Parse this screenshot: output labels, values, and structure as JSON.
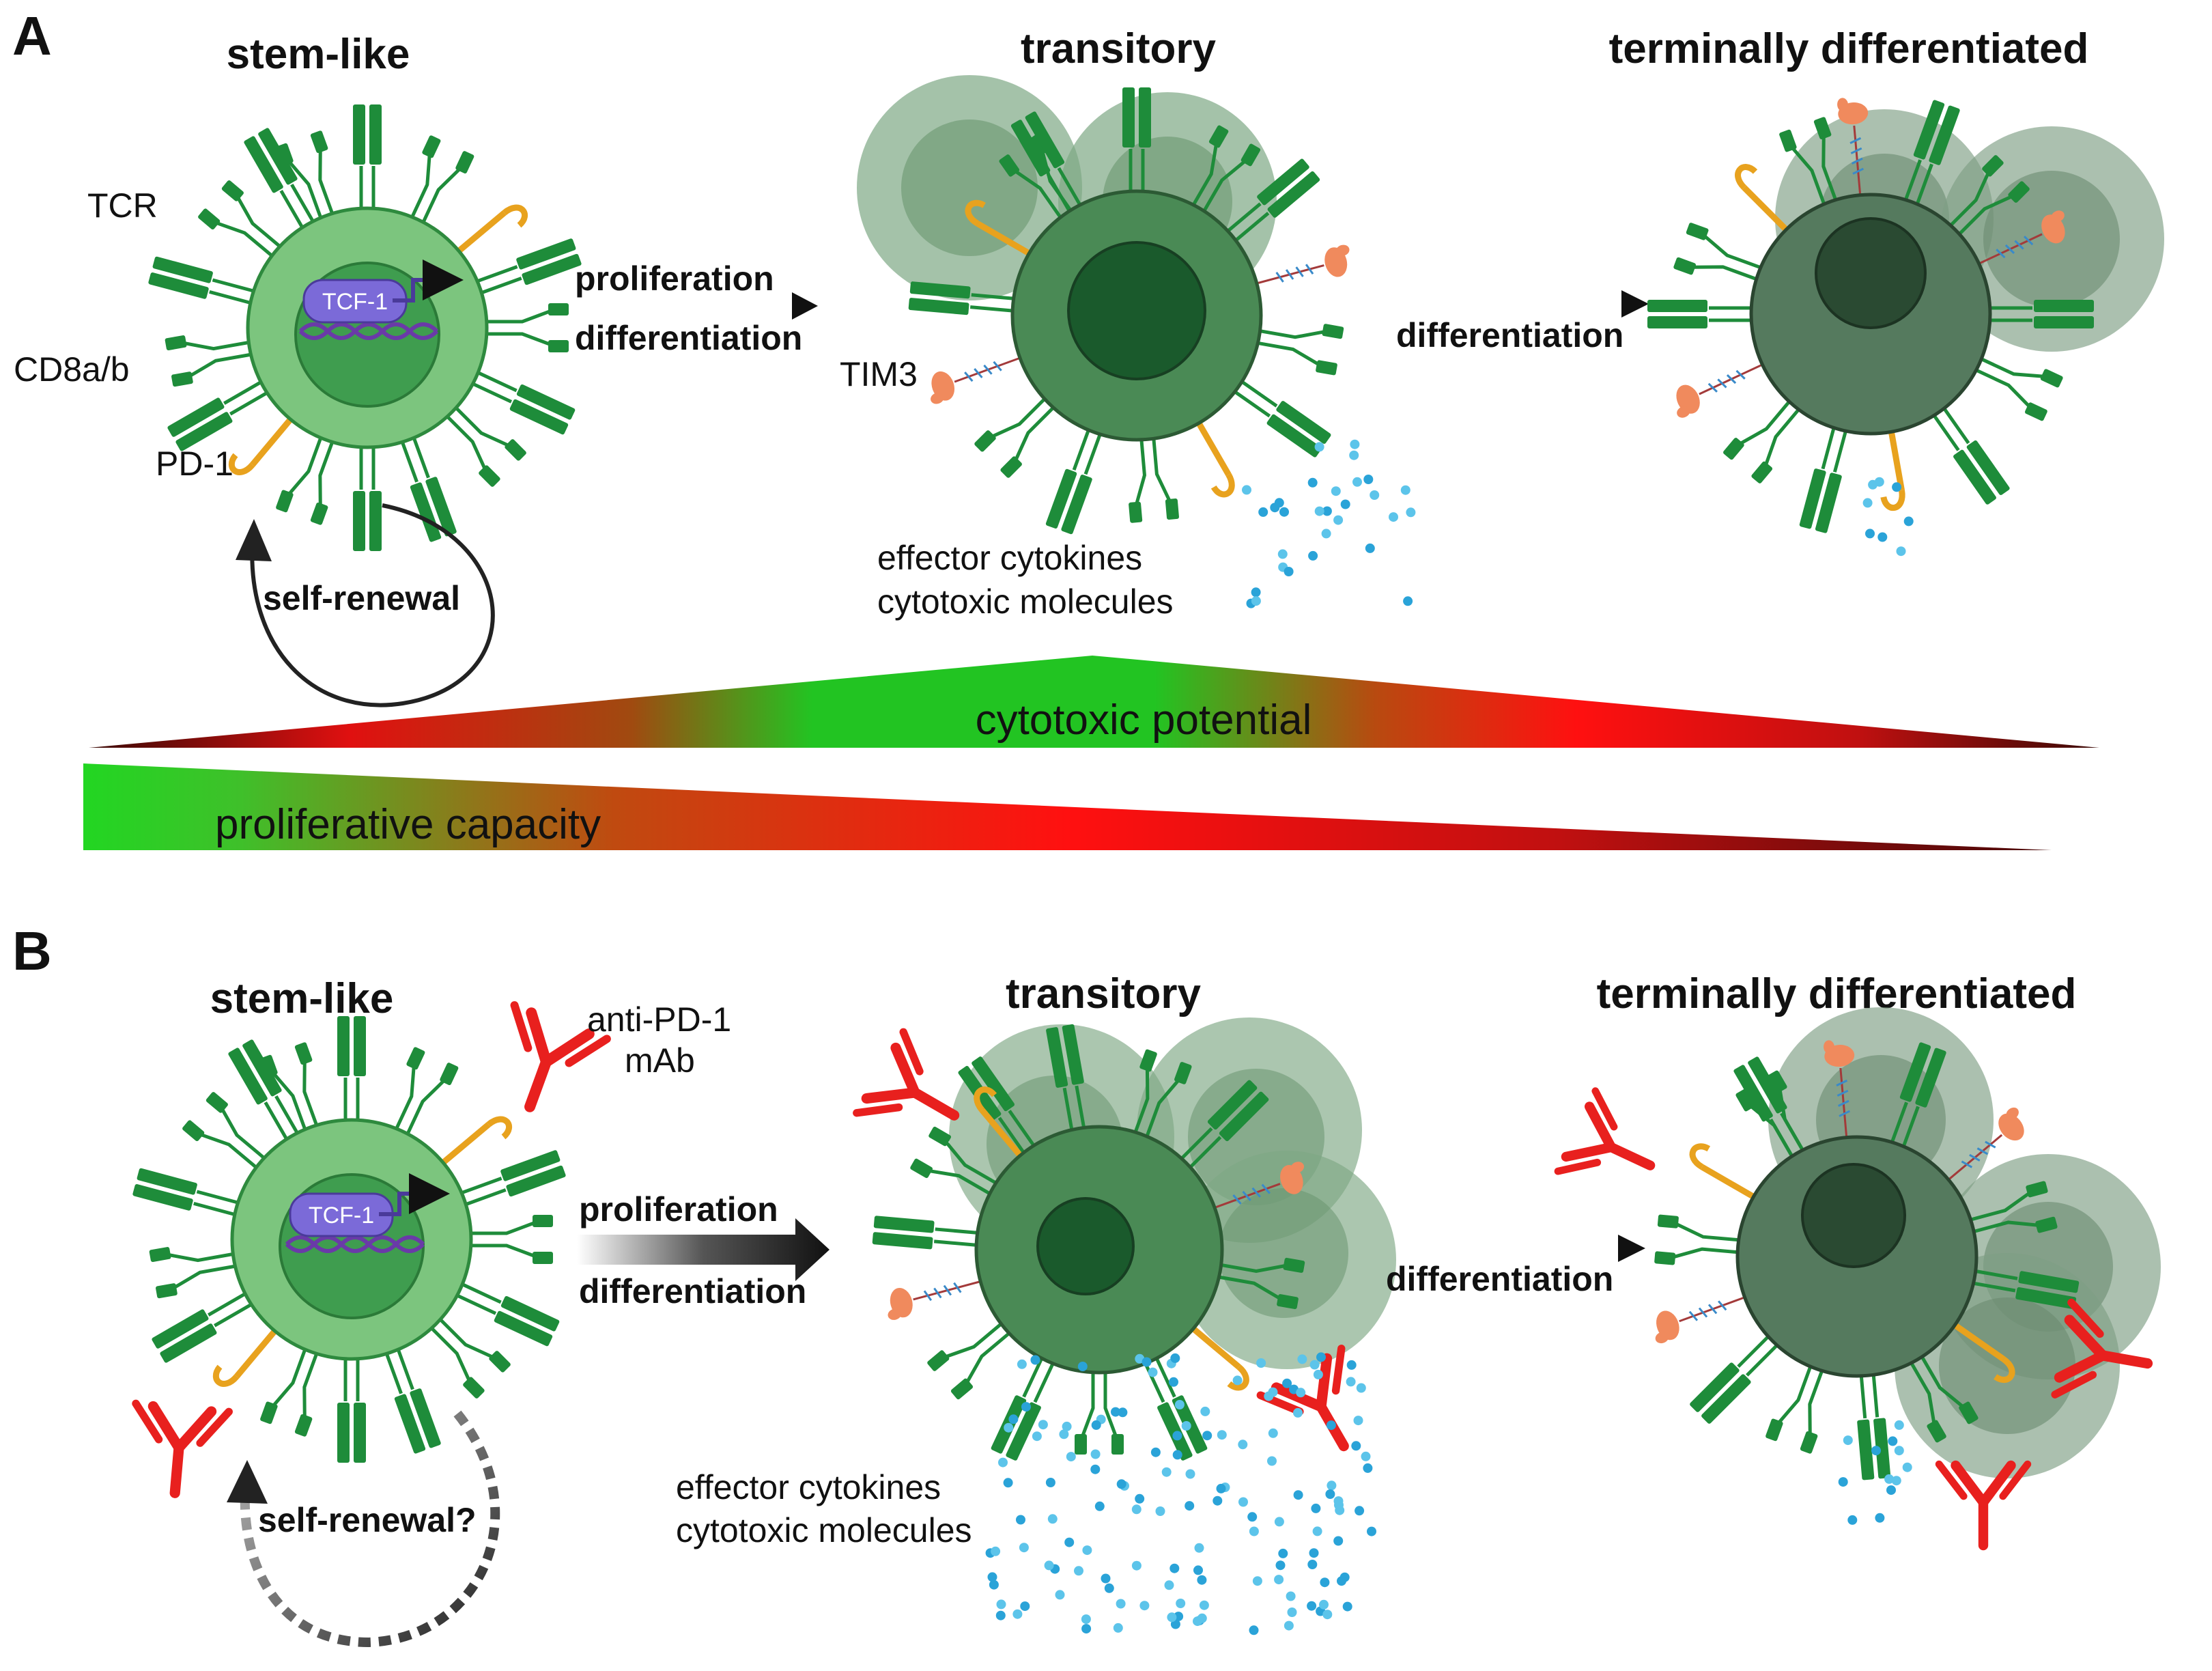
{
  "panels": {
    "A": {
      "letter": "A",
      "titles": {
        "stem": "stem-like",
        "transitory": "transitory",
        "terminal": "terminally differentiated"
      },
      "labels": {
        "tcr": "TCR",
        "cd8": "CD8a/b",
        "pd1": "PD-1",
        "tim3": "TIM3",
        "tcf1": "TCF-1"
      },
      "arrows": {
        "proliferation": "proliferation",
        "differentiation1": "differentiation",
        "differentiation2": "differentiation"
      },
      "self_renewal": "self-renewal",
      "cytokines": [
        "effector cytokines",
        "cytotoxic molecules"
      ]
    },
    "B": {
      "letter": "B",
      "titles": {
        "stem": "stem-like",
        "transitory": "transitory",
        "terminal": "terminally differentiated"
      },
      "labels": {
        "antibody_line1": "anti-PD-1",
        "antibody_line2": "mAb",
        "tcf1": "TCF-1"
      },
      "arrows": {
        "proliferation": "proliferation",
        "differentiation1": "differentiation",
        "differentiation2": "differentiation"
      },
      "self_renewal": "self-renewal?",
      "cytokines": [
        "effector cytokines",
        "cytotoxic molecules"
      ]
    }
  },
  "gradients": {
    "cytotoxic": "cytotoxic potential",
    "proliferative": "proliferative capacity"
  },
  "colors": {
    "receptor_green": "#1e8c3a",
    "pd1_orange": "#e8a21e",
    "antibody_red": "#e8201e",
    "cytokine_blue": "#2aa3d8",
    "stem_cell": "#7cc57e",
    "transitory_cell": "#4a8a55",
    "terminal_cell": "#557a5e"
  }
}
